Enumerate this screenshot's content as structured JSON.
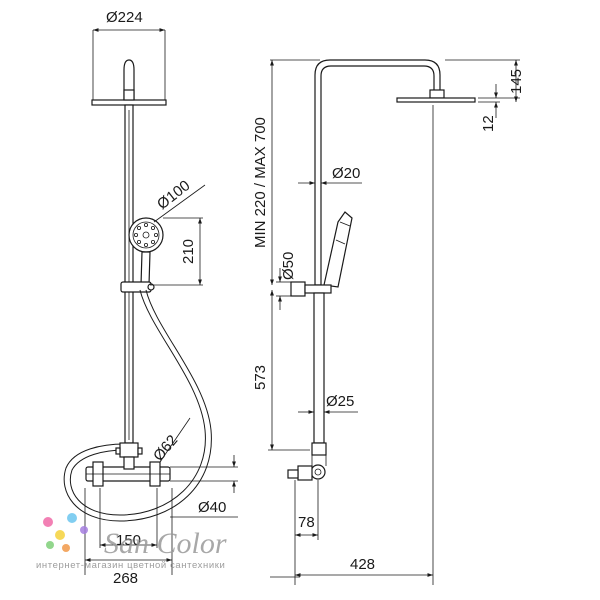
{
  "dimensions": {
    "head_diameter": "Ø224",
    "hand_shower_diameter": "Ø100",
    "hand_shower_height": "210",
    "mixer_knob_diameter": "Ø62",
    "mixer_body_diameter": "Ø40",
    "mixer_centers": "150",
    "mixer_width": "268",
    "range": "MIN 220 / MAX 700",
    "top_pipe_diameter": "Ø20",
    "holder_diameter": "Ø50",
    "bar_height": "573",
    "bar_diameter": "Ø25",
    "arm_height": "145",
    "head_thickness": "12",
    "wall_offset": "78",
    "projection": "428"
  },
  "watermark": {
    "brand": "San Color",
    "tagline": "интернет-магазин цветной сантехники",
    "dot_colors": [
      "#f06aa8",
      "#f5d23c",
      "#6cc6ef",
      "#a57ee0",
      "#7fd07a",
      "#f29a4a"
    ]
  }
}
